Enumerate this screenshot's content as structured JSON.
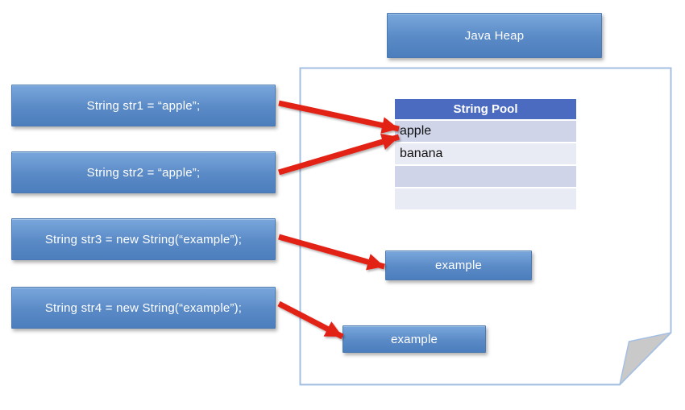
{
  "heap_box": {
    "label": "Java Heap"
  },
  "code_boxes": [
    {
      "id": "str1",
      "label": "String str1 = “apple”;"
    },
    {
      "id": "str2",
      "label": "String str2 = “apple”;"
    },
    {
      "id": "str3",
      "label": "String str3 = new String(“example”);"
    },
    {
      "id": "str4",
      "label": "String str4 = new String(“example”);"
    }
  ],
  "string_pool": {
    "header": "String Pool",
    "rows": [
      "apple",
      "banana",
      "",
      ""
    ]
  },
  "heap_objects": [
    {
      "label": "example"
    },
    {
      "label": "example"
    }
  ],
  "connections": [
    {
      "from": "str1",
      "to": "string-pool-apple"
    },
    {
      "from": "str2",
      "to": "string-pool-apple"
    },
    {
      "from": "str3",
      "to": "heap-object-1"
    },
    {
      "from": "str4",
      "to": "heap-object-2"
    }
  ],
  "colors": {
    "box_top": "#79A7DC",
    "box_mid": "#5A8AC6",
    "box_bottom": "#4C7EBD",
    "table_header": "#4A6BC0",
    "row_dark": "#CFD4E9",
    "row_light": "#E8EAF4",
    "arrow_red": "#E32119",
    "page_border": "#A5BFE2",
    "fold_gray": "#C9C9C9"
  }
}
